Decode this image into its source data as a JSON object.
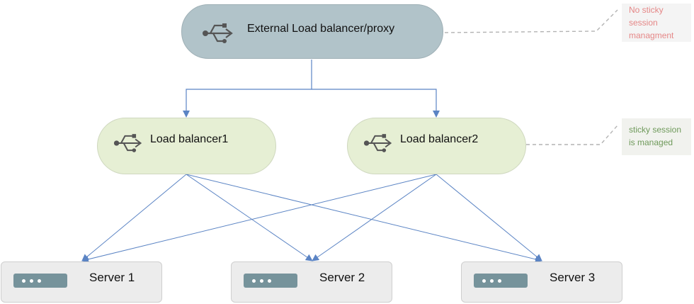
{
  "external_lb": {
    "label": "External Load balancer/proxy",
    "icon": "usb-icon"
  },
  "load_balancers": [
    {
      "label": "Load balancer1",
      "icon": "usb-icon"
    },
    {
      "label": "Load balancer2",
      "icon": "usb-icon"
    }
  ],
  "servers": [
    {
      "label": "Server 1",
      "icon": "server-disk-icon"
    },
    {
      "label": "Server 2",
      "icon": "server-disk-icon"
    },
    {
      "label": "Server 3",
      "icon": "server-disk-icon"
    }
  ],
  "notes": {
    "top": [
      "No sticky",
      "session",
      "managment"
    ],
    "mid": [
      "sticky session",
      "is managed"
    ]
  },
  "colors": {
    "external_lb_fill": "#b1c3c9",
    "lb_fill": "#e6efd4",
    "server_fill": "#ececec",
    "arrow": "#5b84c4",
    "note_top_text": "#e58787",
    "note_mid_text": "#6f9a5b"
  }
}
